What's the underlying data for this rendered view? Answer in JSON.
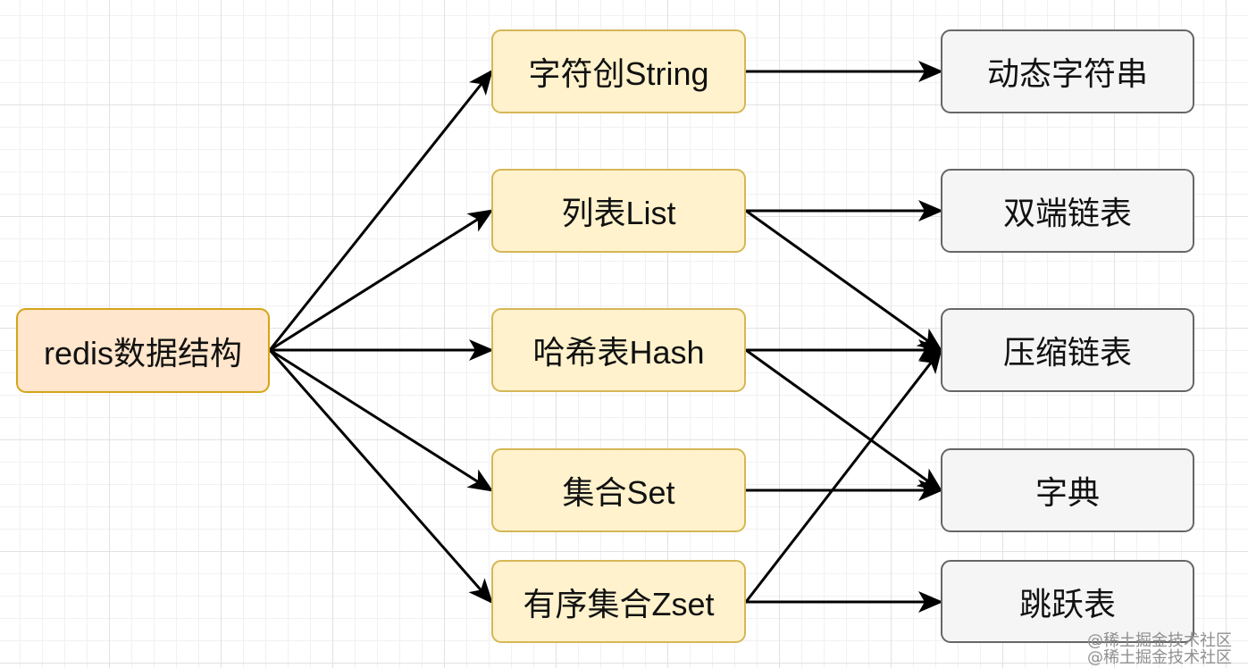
{
  "diagram": {
    "root": {
      "label": "redis数据结构"
    },
    "types": [
      {
        "id": "string",
        "label": "字符创String"
      },
      {
        "id": "list",
        "label": "列表List"
      },
      {
        "id": "hash",
        "label": "哈希表Hash"
      },
      {
        "id": "set",
        "label": "集合Set"
      },
      {
        "id": "zset",
        "label": "有序集合Zset"
      }
    ],
    "implementations": [
      {
        "id": "sds",
        "label": "动态字符串"
      },
      {
        "id": "linkedlist",
        "label": "双端链表"
      },
      {
        "id": "ziplist",
        "label": "压缩链表"
      },
      {
        "id": "dict",
        "label": "字典"
      },
      {
        "id": "skiplist",
        "label": "跳跃表"
      }
    ],
    "edges": [
      {
        "from": "root",
        "to": "string"
      },
      {
        "from": "root",
        "to": "list"
      },
      {
        "from": "root",
        "to": "hash"
      },
      {
        "from": "root",
        "to": "set"
      },
      {
        "from": "root",
        "to": "zset"
      },
      {
        "from": "string",
        "to": "sds"
      },
      {
        "from": "list",
        "to": "linkedlist"
      },
      {
        "from": "list",
        "to": "ziplist"
      },
      {
        "from": "hash",
        "to": "ziplist"
      },
      {
        "from": "hash",
        "to": "dict"
      },
      {
        "from": "set",
        "to": "dict"
      },
      {
        "from": "zset",
        "to": "ziplist"
      },
      {
        "from": "zset",
        "to": "skiplist"
      }
    ]
  },
  "watermark": {
    "line1": "@稀土掘金技术社区",
    "line2": "@稀土掘金技术社区"
  }
}
